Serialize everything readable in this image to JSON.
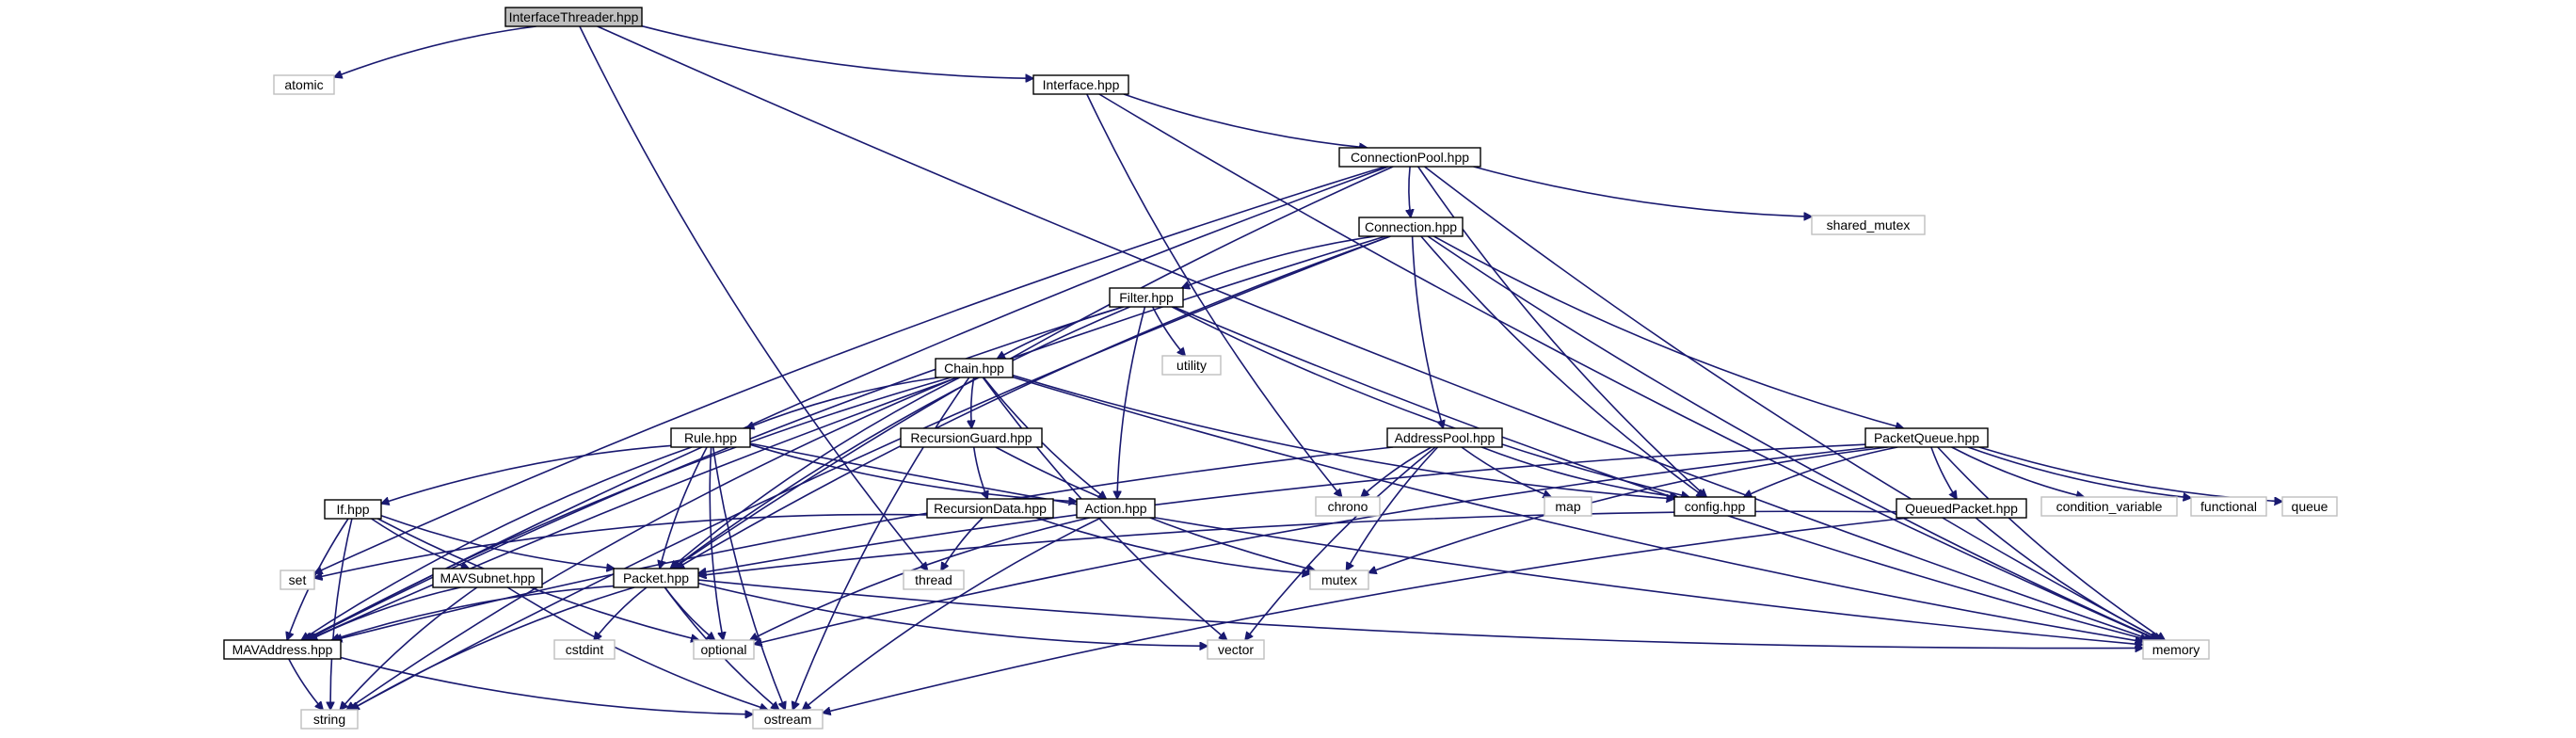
{
  "colors": {
    "edge": "#191970",
    "project_border": "#000000",
    "system_border": "#bfbfbf",
    "root_fill": "#bfbfbf",
    "text": "#000000",
    "background": "#ffffff"
  },
  "graph": {
    "nodes": [
      {
        "id": "interfacethreader",
        "label": "InterfaceThreader.hpp",
        "kind": "root"
      },
      {
        "id": "atomic",
        "label": "atomic",
        "kind": "system"
      },
      {
        "id": "interface",
        "label": "Interface.hpp",
        "kind": "project"
      },
      {
        "id": "connectionpool",
        "label": "ConnectionPool.hpp",
        "kind": "project"
      },
      {
        "id": "shared_mutex",
        "label": "shared_mutex",
        "kind": "system"
      },
      {
        "id": "connection",
        "label": "Connection.hpp",
        "kind": "project"
      },
      {
        "id": "filter",
        "label": "Filter.hpp",
        "kind": "project"
      },
      {
        "id": "utility",
        "label": "utility",
        "kind": "system"
      },
      {
        "id": "chain",
        "label": "Chain.hpp",
        "kind": "project"
      },
      {
        "id": "recursionguard",
        "label": "RecursionGuard.hpp",
        "kind": "project"
      },
      {
        "id": "rule",
        "label": "Rule.hpp",
        "kind": "project"
      },
      {
        "id": "addresspool",
        "label": "AddressPool.hpp",
        "kind": "project"
      },
      {
        "id": "packetqueue",
        "label": "PacketQueue.hpp",
        "kind": "project"
      },
      {
        "id": "chrono",
        "label": "chrono",
        "kind": "system"
      },
      {
        "id": "map",
        "label": "map",
        "kind": "system"
      },
      {
        "id": "config",
        "label": "config.hpp",
        "kind": "project"
      },
      {
        "id": "condition_variable",
        "label": "condition_variable",
        "kind": "system"
      },
      {
        "id": "functional",
        "label": "functional",
        "kind": "system"
      },
      {
        "id": "queue",
        "label": "queue",
        "kind": "system"
      },
      {
        "id": "if",
        "label": "If.hpp",
        "kind": "project"
      },
      {
        "id": "recursiondata",
        "label": "RecursionData.hpp",
        "kind": "project"
      },
      {
        "id": "action",
        "label": "Action.hpp",
        "kind": "project"
      },
      {
        "id": "queuedpacket",
        "label": "QueuedPacket.hpp",
        "kind": "project"
      },
      {
        "id": "set",
        "label": "set",
        "kind": "system"
      },
      {
        "id": "thread",
        "label": "thread",
        "kind": "system"
      },
      {
        "id": "mutex",
        "label": "mutex",
        "kind": "system"
      },
      {
        "id": "mavsubnet",
        "label": "MAVSubnet.hpp",
        "kind": "project"
      },
      {
        "id": "packet",
        "label": "Packet.hpp",
        "kind": "project"
      },
      {
        "id": "mavaddress",
        "label": "MAVAddress.hpp",
        "kind": "project"
      },
      {
        "id": "cstdint",
        "label": "cstdint",
        "kind": "system"
      },
      {
        "id": "optional",
        "label": "optional",
        "kind": "system"
      },
      {
        "id": "vector",
        "label": "vector",
        "kind": "system"
      },
      {
        "id": "memory",
        "label": "memory",
        "kind": "system"
      },
      {
        "id": "string",
        "label": "string",
        "kind": "system"
      },
      {
        "id": "ostream",
        "label": "ostream",
        "kind": "system"
      }
    ],
    "edges": [
      [
        "interfacethreader",
        "atomic"
      ],
      [
        "interfacethreader",
        "interface"
      ],
      [
        "interfacethreader",
        "memory"
      ],
      [
        "interfacethreader",
        "thread"
      ],
      [
        "interface",
        "connectionpool"
      ],
      [
        "interface",
        "chrono"
      ],
      [
        "interface",
        "memory"
      ],
      [
        "connectionpool",
        "connection"
      ],
      [
        "connectionpool",
        "shared_mutex"
      ],
      [
        "connectionpool",
        "config"
      ],
      [
        "connectionpool",
        "memory"
      ],
      [
        "connectionpool",
        "set"
      ],
      [
        "connectionpool",
        "mavaddress"
      ],
      [
        "connectionpool",
        "packet"
      ],
      [
        "connection",
        "filter"
      ],
      [
        "connection",
        "addresspool"
      ],
      [
        "connection",
        "packetqueue"
      ],
      [
        "connection",
        "config"
      ],
      [
        "connection",
        "memory"
      ],
      [
        "connection",
        "string"
      ],
      [
        "connection",
        "mavaddress"
      ],
      [
        "connection",
        "packet"
      ],
      [
        "filter",
        "chain"
      ],
      [
        "filter",
        "utility"
      ],
      [
        "filter",
        "action"
      ],
      [
        "filter",
        "config"
      ],
      [
        "filter",
        "memory"
      ],
      [
        "filter",
        "mavaddress"
      ],
      [
        "filter",
        "packet"
      ],
      [
        "chain",
        "recursionguard"
      ],
      [
        "chain",
        "rule"
      ],
      [
        "chain",
        "action"
      ],
      [
        "chain",
        "config"
      ],
      [
        "chain",
        "memory"
      ],
      [
        "chain",
        "vector"
      ],
      [
        "chain",
        "ostream"
      ],
      [
        "chain",
        "string"
      ],
      [
        "chain",
        "mavaddress"
      ],
      [
        "chain",
        "packet"
      ],
      [
        "recursionguard",
        "recursiondata"
      ],
      [
        "recursionguard",
        "mutex"
      ],
      [
        "rule",
        "action"
      ],
      [
        "rule",
        "if"
      ],
      [
        "rule",
        "packet"
      ],
      [
        "rule",
        "mavaddress"
      ],
      [
        "rule",
        "optional"
      ],
      [
        "rule",
        "ostream"
      ],
      [
        "rule",
        "memory"
      ],
      [
        "recursiondata",
        "thread"
      ],
      [
        "recursiondata",
        "set"
      ],
      [
        "recursiondata",
        "mutex"
      ],
      [
        "action",
        "optional"
      ],
      [
        "action",
        "ostream"
      ],
      [
        "addresspool",
        "chrono"
      ],
      [
        "addresspool",
        "map"
      ],
      [
        "addresspool",
        "config"
      ],
      [
        "addresspool",
        "mutex"
      ],
      [
        "addresspool",
        "vector"
      ],
      [
        "addresspool",
        "mavaddress"
      ],
      [
        "packetqueue",
        "queuedpacket"
      ],
      [
        "packetqueue",
        "condition_variable"
      ],
      [
        "packetqueue",
        "functional"
      ],
      [
        "packetqueue",
        "queue"
      ],
      [
        "packetqueue",
        "config"
      ],
      [
        "packetqueue",
        "memory"
      ],
      [
        "packetqueue",
        "mutex"
      ],
      [
        "packetqueue",
        "optional"
      ],
      [
        "packetqueue",
        "packet"
      ],
      [
        "queuedpacket",
        "packet"
      ],
      [
        "queuedpacket",
        "memory"
      ],
      [
        "queuedpacket",
        "ostream"
      ],
      [
        "if",
        "mavaddress"
      ],
      [
        "if",
        "mavsubnet"
      ],
      [
        "if",
        "packet"
      ],
      [
        "if",
        "optional"
      ],
      [
        "if",
        "string"
      ],
      [
        "mavsubnet",
        "mavaddress"
      ],
      [
        "mavsubnet",
        "string"
      ],
      [
        "mavsubnet",
        "ostream"
      ],
      [
        "packet",
        "mavaddress"
      ],
      [
        "packet",
        "cstdint"
      ],
      [
        "packet",
        "optional"
      ],
      [
        "packet",
        "vector"
      ],
      [
        "packet",
        "memory"
      ],
      [
        "packet",
        "string"
      ],
      [
        "packet",
        "ostream"
      ],
      [
        "mavaddress",
        "string"
      ],
      [
        "mavaddress",
        "ostream"
      ]
    ]
  }
}
